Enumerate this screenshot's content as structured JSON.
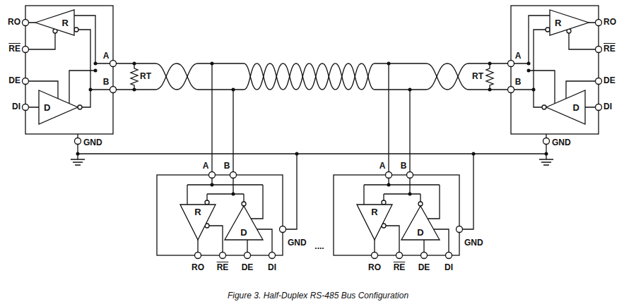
{
  "diagram": {
    "caption": "Figure 3. Half-Duplex RS-485 Bus Configuration",
    "nodes": [
      {
        "text": [
          "R"
        ]
      },
      {
        "text": [
          "D"
        ]
      },
      {
        "text": [
          "R"
        ]
      },
      {
        "text": [
          "D"
        ]
      },
      {
        "text": [
          "R"
        ]
      },
      {
        "text": [
          "D"
        ]
      },
      {
        "text": [
          "R"
        ]
      },
      {
        "text": [
          "D"
        ]
      }
    ],
    "labels": [
      "RO",
      "RE",
      "DE",
      "DI",
      "A",
      "B",
      "RT",
      "GND",
      "RO",
      "RE",
      "DE",
      "DI",
      "A",
      "B",
      "RT",
      "GND",
      "A",
      "B",
      "GND",
      "RO",
      "RE",
      "DE",
      "DI",
      "....",
      "A",
      "B",
      "GND",
      "RO",
      "RE",
      "DE",
      "DI"
    ]
  }
}
